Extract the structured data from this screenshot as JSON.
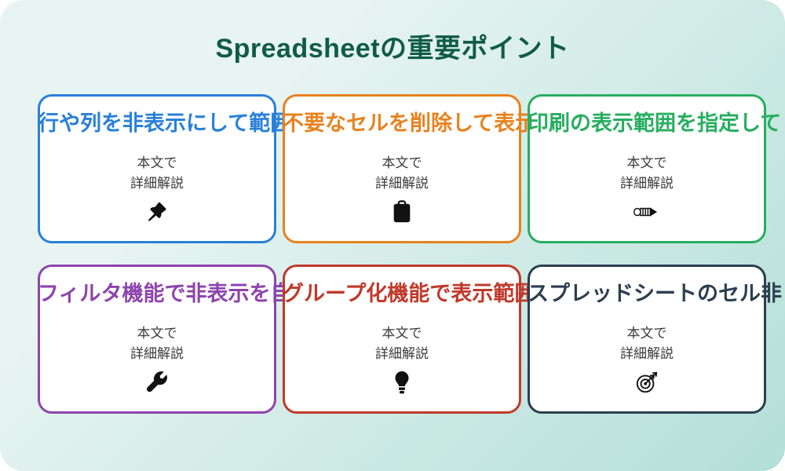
{
  "page": {
    "title": "Spreadsheetの重要ポイント",
    "title_color": "#0f5c46",
    "background_from": "#e8f4f2",
    "background_to": "#b2dfd7"
  },
  "cards": [
    {
      "title": "行や列を非表示にして範囲",
      "body": "本文で\n詳細解説",
      "icon": "pushpin-icon",
      "color": "#2980d9"
    },
    {
      "title": "不要なセルを削除して表示",
      "body": "本文で\n詳細解説",
      "icon": "clipboard-icon",
      "color": "#e8821e"
    },
    {
      "title": "印刷の表示範囲を指定して",
      "body": "本文で\n詳細解説",
      "icon": "pencil-icon",
      "color": "#27ae60"
    },
    {
      "title": "フィルタ機能で非表示を自",
      "body": "本文で\n詳細解説",
      "icon": "wrench-icon",
      "color": "#8e44ad"
    },
    {
      "title": "グループ化機能で表示範囲",
      "body": "本文で\n詳細解説",
      "icon": "lightbulb-icon",
      "color": "#c0392b"
    },
    {
      "title": "スプレッドシートのセル非",
      "body": "本文で\n詳細解説",
      "icon": "target-dart-icon",
      "color": "#2c3e50"
    }
  ]
}
